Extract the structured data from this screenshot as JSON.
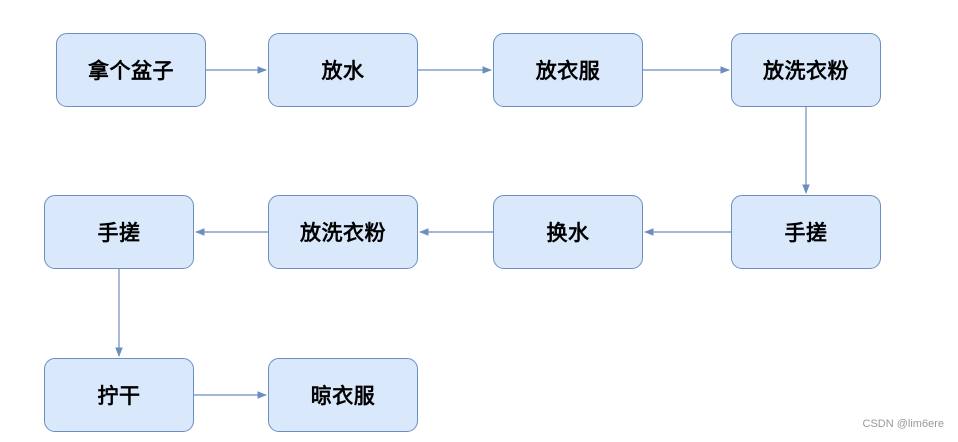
{
  "diagram": {
    "nodes": [
      {
        "id": "n1",
        "label": "拿个盆子"
      },
      {
        "id": "n2",
        "label": "放水"
      },
      {
        "id": "n3",
        "label": "放衣服"
      },
      {
        "id": "n4",
        "label": "放洗衣粉"
      },
      {
        "id": "n5",
        "label": "手搓"
      },
      {
        "id": "n6",
        "label": "换水"
      },
      {
        "id": "n7",
        "label": "放洗衣粉"
      },
      {
        "id": "n8",
        "label": "手搓"
      },
      {
        "id": "n9",
        "label": "拧干"
      },
      {
        "id": "n10",
        "label": "晾衣服"
      }
    ],
    "edges": [
      {
        "from": "n1",
        "to": "n2"
      },
      {
        "from": "n2",
        "to": "n3"
      },
      {
        "from": "n3",
        "to": "n4"
      },
      {
        "from": "n4",
        "to": "n5"
      },
      {
        "from": "n5",
        "to": "n6"
      },
      {
        "from": "n6",
        "to": "n7"
      },
      {
        "from": "n7",
        "to": "n8"
      },
      {
        "from": "n8",
        "to": "n9"
      },
      {
        "from": "n9",
        "to": "n10"
      }
    ],
    "colors": {
      "node_fill": "#dae8fc",
      "node_stroke": "#6c8ebf",
      "edge": "#6c8ebf"
    }
  },
  "watermark": "CSDN @lim6ere"
}
